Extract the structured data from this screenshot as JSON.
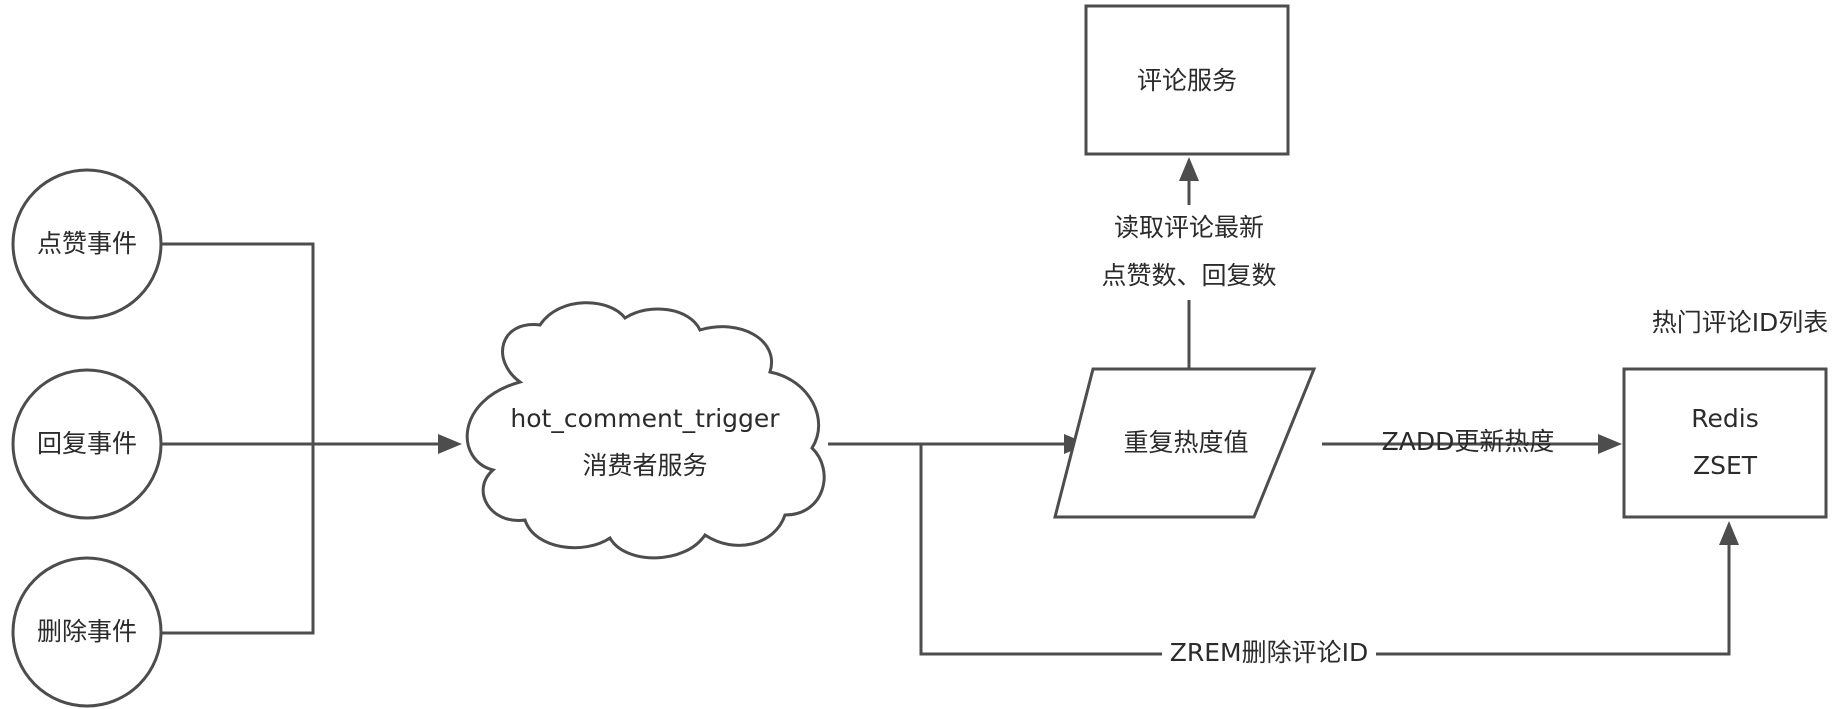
{
  "nodes": {
    "like_event": "点赞事件",
    "reply_event": "回复事件",
    "delete_event": "删除事件",
    "consumer_line1": "hot_comment_trigger",
    "consumer_line2": "消费者服务",
    "comment_service": "评论服务",
    "heat_value": "重复热度值",
    "redis_line1": "Redis",
    "redis_line2": "ZSET",
    "hot_list_title": "热门评论ID列表"
  },
  "edges": {
    "read_latest_line1": "读取评论最新",
    "read_latest_line2": "点赞数、回复数",
    "zadd_label": "ZADD更新热度",
    "zrem_label": "ZREM删除评论ID"
  }
}
